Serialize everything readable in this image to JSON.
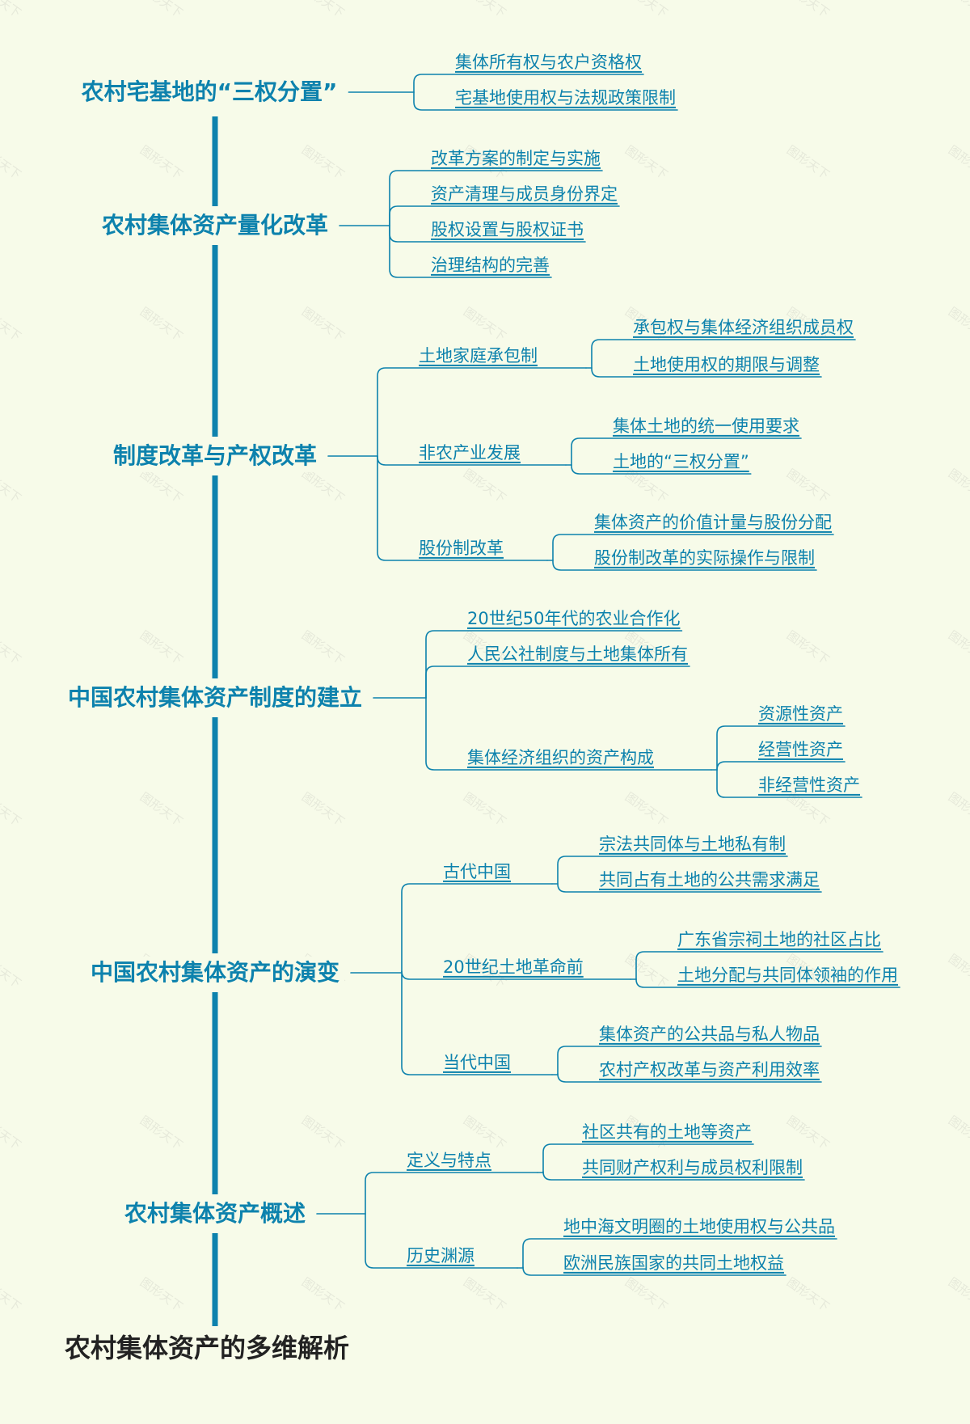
{
  "root": "农村集体资产的多维解析",
  "watermark": "图形天下",
  "colors": {
    "line": "#0d82ad",
    "spine": "#0d82ad",
    "text": "#0d82ad",
    "root_text": "#222222",
    "background": "#f7fbe9"
  },
  "sections": [
    {
      "title": "农村宅基地的“三权分置”",
      "children": [
        {
          "label": "集体所有权与农户资格权",
          "children": []
        },
        {
          "label": "宅基地使用权与法规政策限制",
          "children": []
        }
      ]
    },
    {
      "title": "农村集体资产量化改革",
      "children": [
        {
          "label": "改革方案的制定与实施",
          "children": []
        },
        {
          "label": "资产清理与成员身份界定",
          "children": []
        },
        {
          "label": "股权设置与股权证书",
          "children": []
        },
        {
          "label": "治理结构的完善",
          "children": []
        }
      ]
    },
    {
      "title": "制度改革与产权改革",
      "children": [
        {
          "label": "土地家庭承包制",
          "children": [
            "承包权与集体经济组织成员权",
            "土地使用权的期限与调整"
          ]
        },
        {
          "label": "非农产业发展",
          "children": [
            "集体土地的统一使用要求",
            "土地的“三权分置”"
          ]
        },
        {
          "label": "股份制改革",
          "children": [
            "集体资产的价值计量与股份分配",
            "股份制改革的实际操作与限制"
          ]
        }
      ]
    },
    {
      "title": "中国农村集体资产制度的建立",
      "children": [
        {
          "label": "20世纪50年代的农业合作化",
          "children": []
        },
        {
          "label": "人民公社制度与土地集体所有",
          "children": []
        },
        {
          "label": "集体经济组织的资产构成",
          "children": [
            "资源性资产",
            "经营性资产",
            "非经营性资产"
          ]
        }
      ]
    },
    {
      "title": "中国农村集体资产的演变",
      "children": [
        {
          "label": "古代中国",
          "children": [
            "宗法共同体与土地私有制",
            "共同占有土地的公共需求满足"
          ]
        },
        {
          "label": "20世纪土地革命前",
          "children": [
            "广东省宗祠土地的社区占比",
            "土地分配与共同体领袖的作用"
          ]
        },
        {
          "label": "当代中国",
          "children": [
            "集体资产的公共品与私人物品",
            "农村产权改革与资产利用效率"
          ]
        }
      ]
    },
    {
      "title": "农村集体资产概述",
      "children": [
        {
          "label": "定义与特点",
          "children": [
            "社区共有的土地等资产",
            "共同财产权利与成员权利限制"
          ]
        },
        {
          "label": "历史渊源",
          "children": [
            "地中海文明圈的土地使用权与公共品",
            "欧洲民族国家的共同土地权益"
          ]
        }
      ]
    }
  ]
}
